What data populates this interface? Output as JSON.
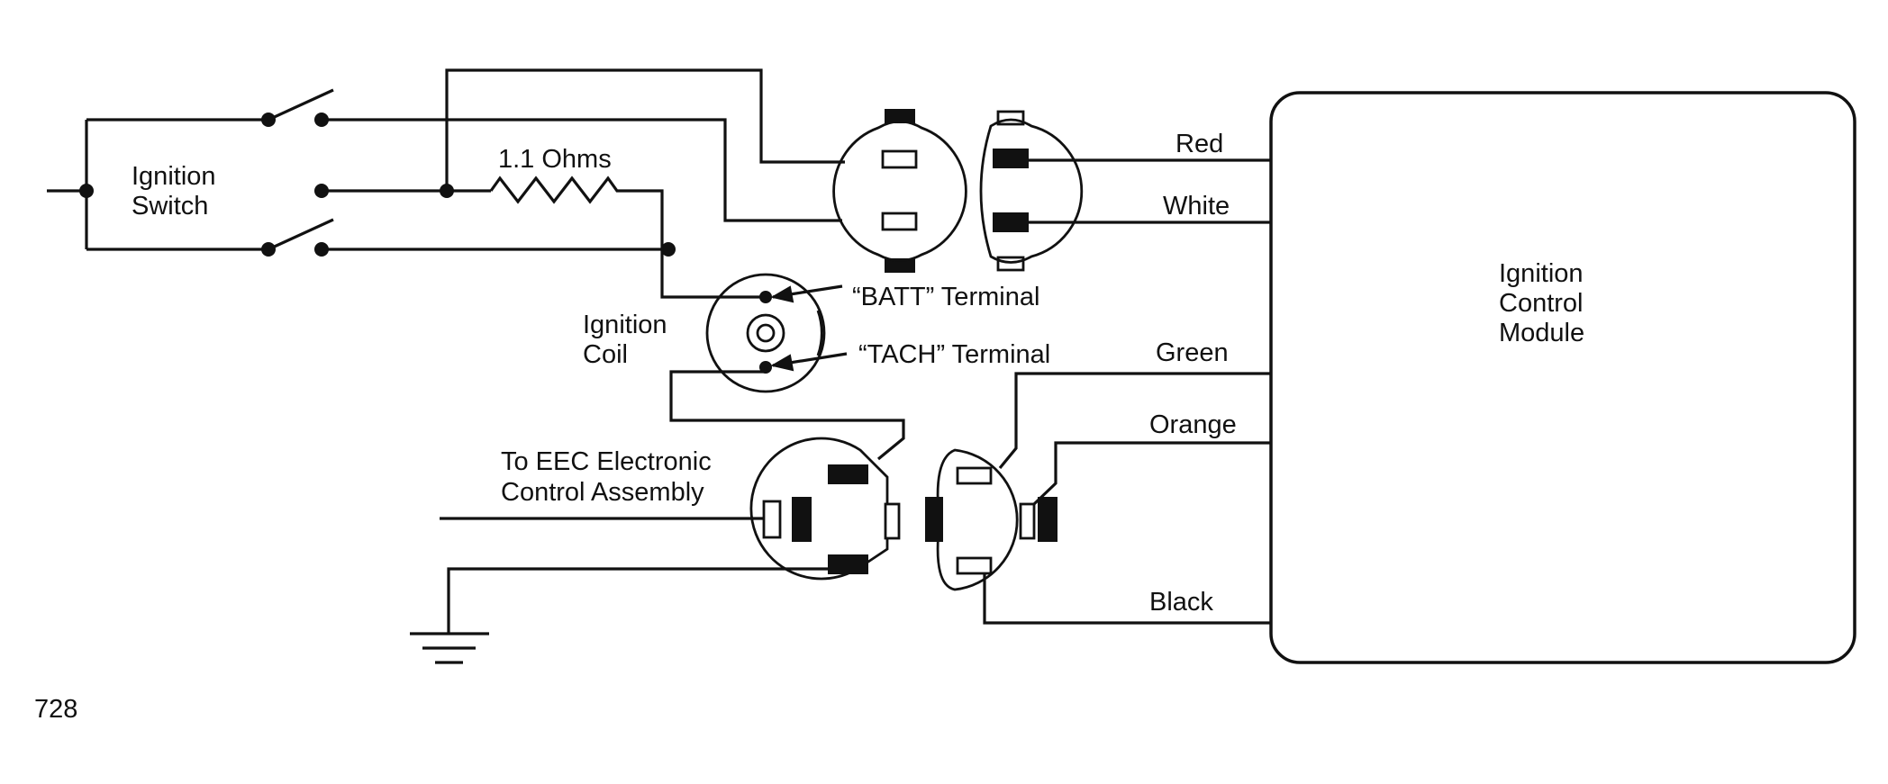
{
  "labels": {
    "ignition_switch": [
      "Ignition",
      "Switch"
    ],
    "resistor": "1.1 Ohms",
    "batt_terminal": "“BATT” Terminal",
    "tach_terminal": "“TACH” Terminal",
    "ignition_coil": [
      "Ignition",
      "Coil"
    ],
    "eec": [
      "To EEC Electronic",
      "Control Assembly"
    ],
    "module": [
      "Ignition",
      "Control",
      "Module"
    ],
    "wire_red": "Red",
    "wire_white": "White",
    "wire_green": "Green",
    "wire_orange": "Orange",
    "wire_black": "Black",
    "figure_number": "728"
  }
}
